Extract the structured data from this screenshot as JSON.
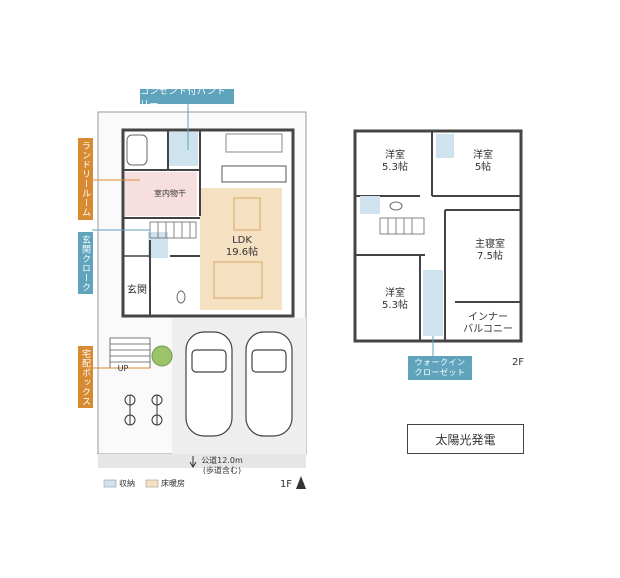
{
  "floor1": {
    "tag_pantry": "コンセント付パントリー",
    "tag_laundry": "ランドリールーム",
    "tag_entrance_closet": "玄関クローク",
    "tag_delivery_box": "宅配ボックス",
    "room_drying": "室内物干",
    "room_ldk": "LDK",
    "room_ldk_size": "19.6帖",
    "room_entrance": "玄関",
    "up_label": "UP",
    "road_label": "公道12.0m",
    "road_note": "(歩道含む)",
    "floor_label": "1F",
    "legend_storage": "収納",
    "legend_floor_heating": "床暖房",
    "color_storage": "#cfe3ef",
    "color_floor_heating": "#f6e0c2"
  },
  "floor2": {
    "room_west1": "洋室",
    "room_west1_size": "5.3帖",
    "room_west2": "洋室",
    "room_west2_size": "5帖",
    "room_master": "主寝室",
    "room_master_size": "7.5帖",
    "room_west3": "洋室",
    "room_west3_size": "5.3帖",
    "room_balcony_line1": "インナー",
    "room_balcony_line2": "バルコニー",
    "tag_walkin_line1": "ウォークイン",
    "tag_walkin_line2": "クローゼット",
    "floor_label": "2F"
  },
  "solar_label": "太陽光発電"
}
